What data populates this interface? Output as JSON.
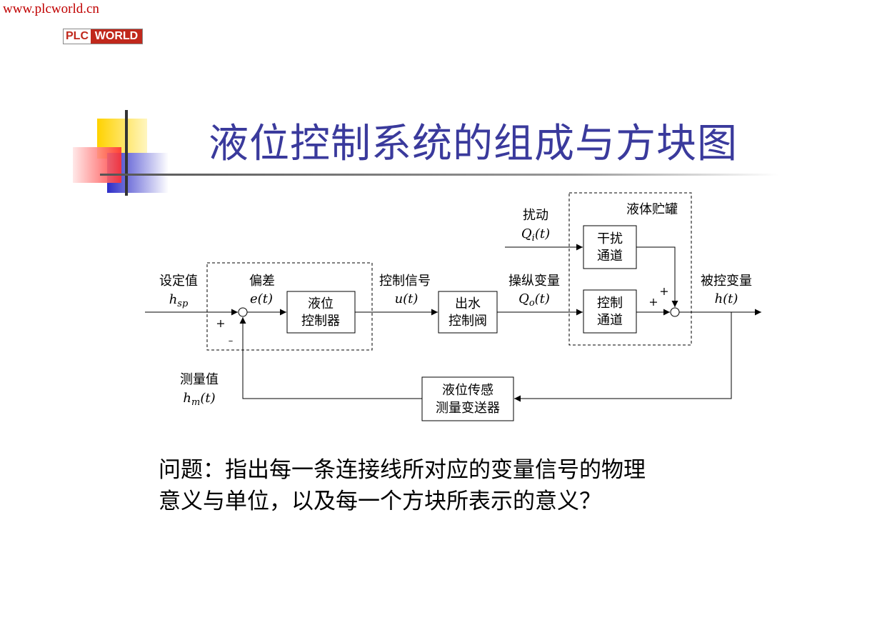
{
  "header": {
    "url": "www.plcworld.cn",
    "logo_left": "PLC",
    "logo_right": "WORLD"
  },
  "slide": {
    "title": "液位控制系统的组成与方块图",
    "question_line1": "问题：指出每一条连接线所对应的变量信号的物理",
    "question_line2": "意义与单位，以及每一个方块所表示的意义？"
  },
  "diagram": {
    "setpoint_label": "设定值",
    "setpoint_symbol": "h",
    "setpoint_sub": "sp",
    "error_label": "偏差",
    "error_symbol": "e(t)",
    "controller_line1": "液位",
    "controller_line2": "控制器",
    "control_signal_label": "控制信号",
    "control_signal_symbol": "u(t)",
    "valve_line1": "出水",
    "valve_line2": "控制阀",
    "manipulated_label": "操纵变量",
    "manipulated_symbol": "Q",
    "manipulated_sub": "o",
    "manipulated_tail": "(t)",
    "disturbance_label": "扰动",
    "disturbance_symbol": "Q",
    "disturbance_sub": "i",
    "disturbance_tail": "(t)",
    "tank_label": "液体贮罐",
    "disturbance_channel_line1": "干扰",
    "disturbance_channel_line2": "通道",
    "control_channel_line1": "控制",
    "control_channel_line2": "通道",
    "output_label": "被控变量",
    "output_symbol": "h(t)",
    "measured_label": "测量值",
    "measured_symbol": "h",
    "measured_sub": "m",
    "measured_tail": "(t)",
    "sensor_line1": "液位传感",
    "sensor_line2": "测量变送器",
    "plus": "+",
    "minus": "–"
  },
  "colors": {
    "url": "#c00000",
    "logo_red": "#c0281c",
    "title": "#3a3a9c",
    "deco_yellow": "#ffd200",
    "deco_red": "#ff3333",
    "deco_blue": "#3333cc"
  }
}
